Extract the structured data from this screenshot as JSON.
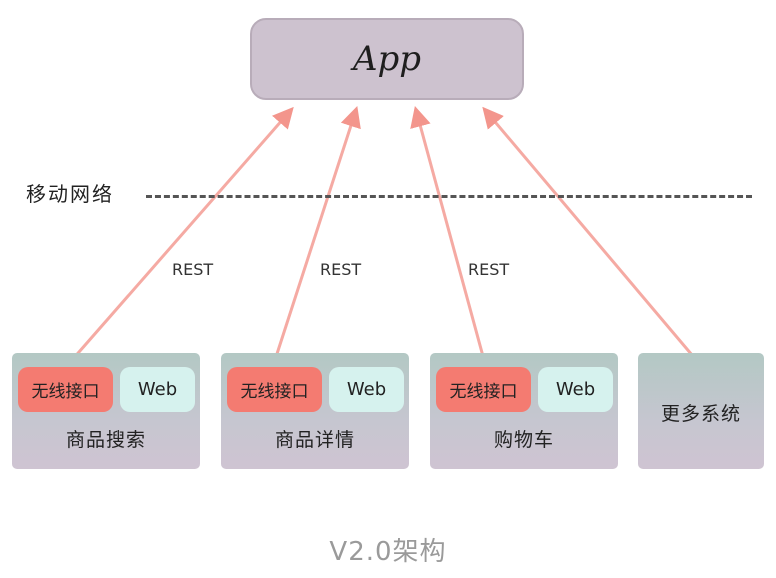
{
  "app": {
    "label": "App"
  },
  "network": {
    "label": "移动网络"
  },
  "arrows": {
    "rest_labels": [
      "REST",
      "REST",
      "REST"
    ]
  },
  "systems": [
    {
      "wireless_label": "无线接口",
      "web_label": "Web",
      "name": "商品搜索"
    },
    {
      "wireless_label": "无线接口",
      "web_label": "Web",
      "name": "商品详情"
    },
    {
      "wireless_label": "无线接口",
      "web_label": "Web",
      "name": "购物车"
    },
    {
      "name": "更多系统"
    }
  ],
  "caption": "V2.0架构",
  "colors": {
    "app_box": "#cdc2cf",
    "arrow": "#f4a39c",
    "wireless": "#f47b71",
    "web": "#d6f2ee"
  }
}
